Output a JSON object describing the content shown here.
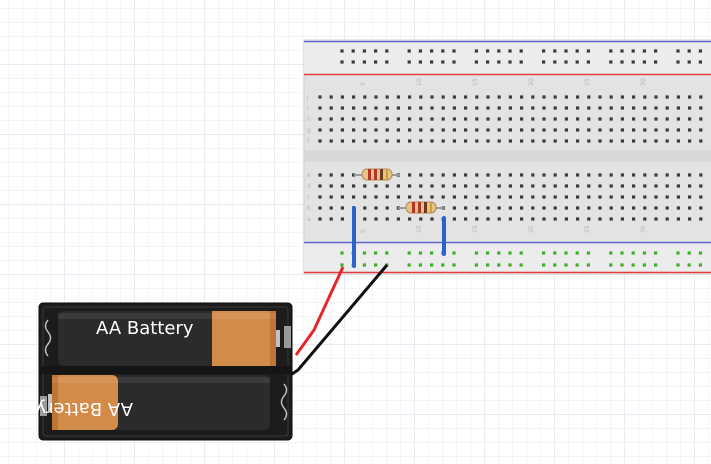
{
  "batteries": {
    "top_label": "AA Battery",
    "bottom_label": "AA Battery"
  },
  "breadboard": {
    "column_labels": [
      "5",
      "10",
      "15",
      "20",
      "25",
      "30"
    ],
    "row_labels_top": [
      "j",
      "i",
      "h",
      "g",
      "f"
    ],
    "row_labels_bottom": [
      "e",
      "d",
      "c",
      "b",
      "a"
    ]
  },
  "colors": {
    "wire_red": "#e8262a",
    "wire_black": "#111111",
    "jumper_blue": "#2d63c8",
    "rail_red": "#e0393e",
    "rail_blue": "#5a63c7",
    "active_hole": "#3fae2a",
    "battery_copper": "#d38b4a",
    "battery_black": "#2b2b2b"
  },
  "icons": {
    "resistor": "resistor-icon",
    "battery": "battery-icon"
  }
}
